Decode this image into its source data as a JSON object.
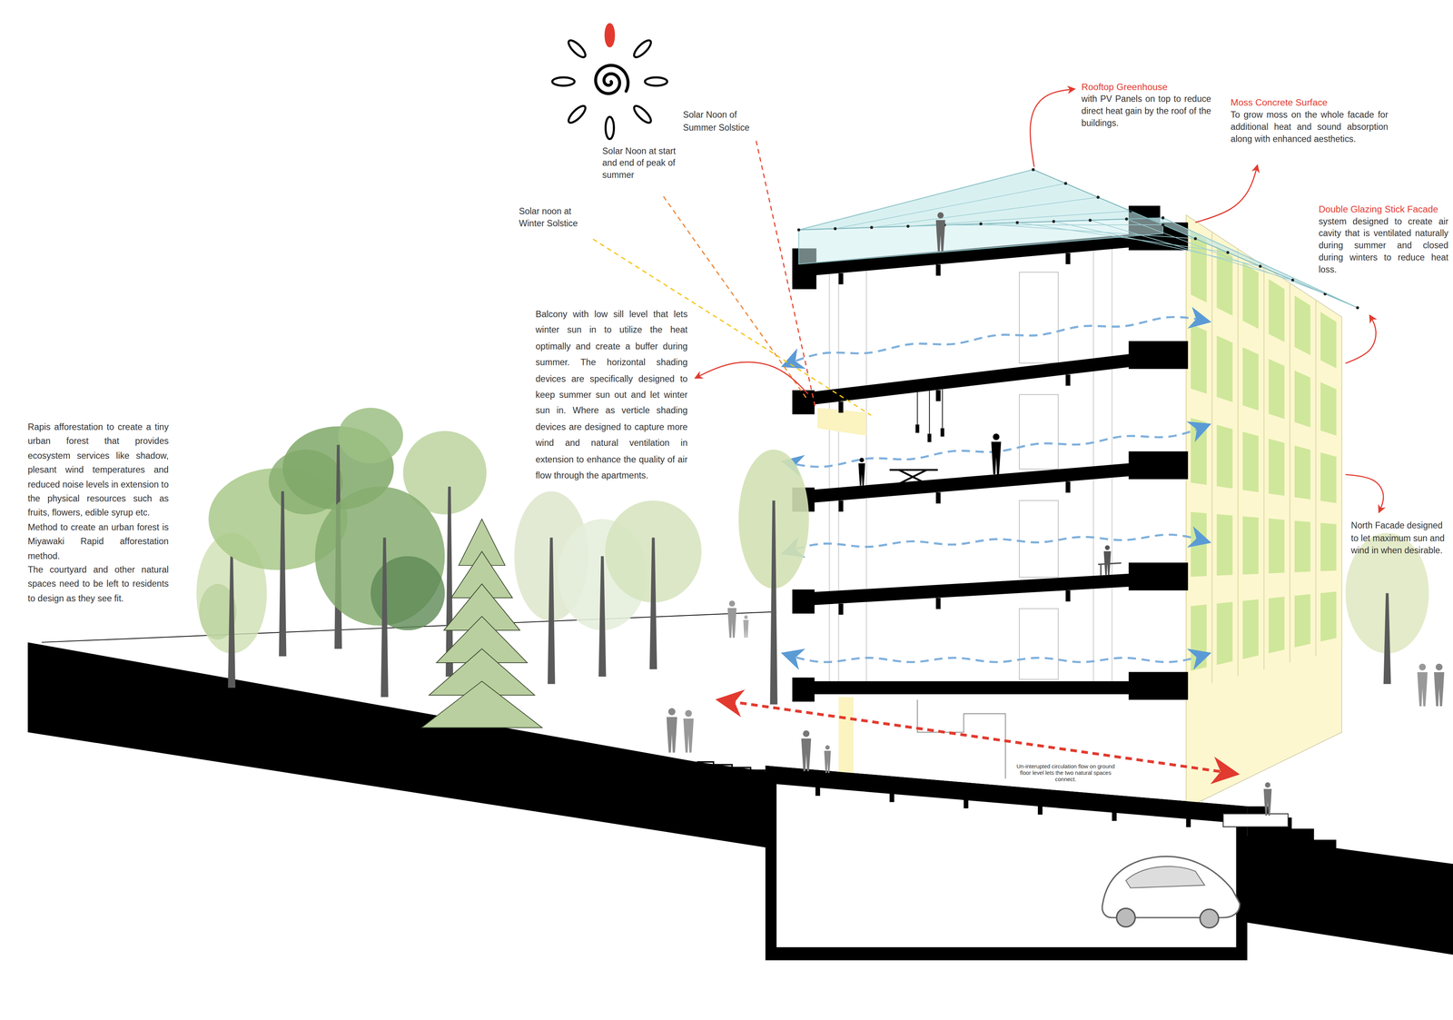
{
  "diagram": {
    "labels": [
      "Rooftop Greenhouse",
      "with PV Panels on top to reduce direct heat gain by the roof of the buildings.",
      "Moss Concrete Surface",
      "To grow moss on the whole facade for additional heat and sound absorption along with enhanced aesthetics.",
      "Double Glazing Stick Facade",
      "system designed to create air cavity that is ventilated naturally during summer and closed during winters to reduce heat loss.",
      "Solar Noon of Summer Solstice",
      "Solar Noon at start and end of peak of summer",
      "Solar noon at Winter Solstice",
      "Balcony with low sill level that lets winter sun in to utilize the heat optimally and create a buffer during summer. The horizontal shading devices are specifically designed to keep summer sun out and let winter sun in. Where as verticle shading devices are designed to capture more wind and natural ventilation in extension to enhance the quality of air flow through the apartments.",
      "Rapis afforestation to create a tiny urban forest that provides ecosystem services like shadow, plesant wind temperatures and reduced noise levels in extension to the physical resources such as fruits, flowers, edible syrup etc.",
      "Method to create an urban forest is Miyawaki Rapid afforestation method.",
      "The courtyard and other natural spaces need to be left to residents to design as they see fit.",
      "North Facade designed to let maximum sun and wind in when desirable.",
      "Un-interupted circulation flow on ground floor level lets the two natural spaces connect."
    ]
  }
}
